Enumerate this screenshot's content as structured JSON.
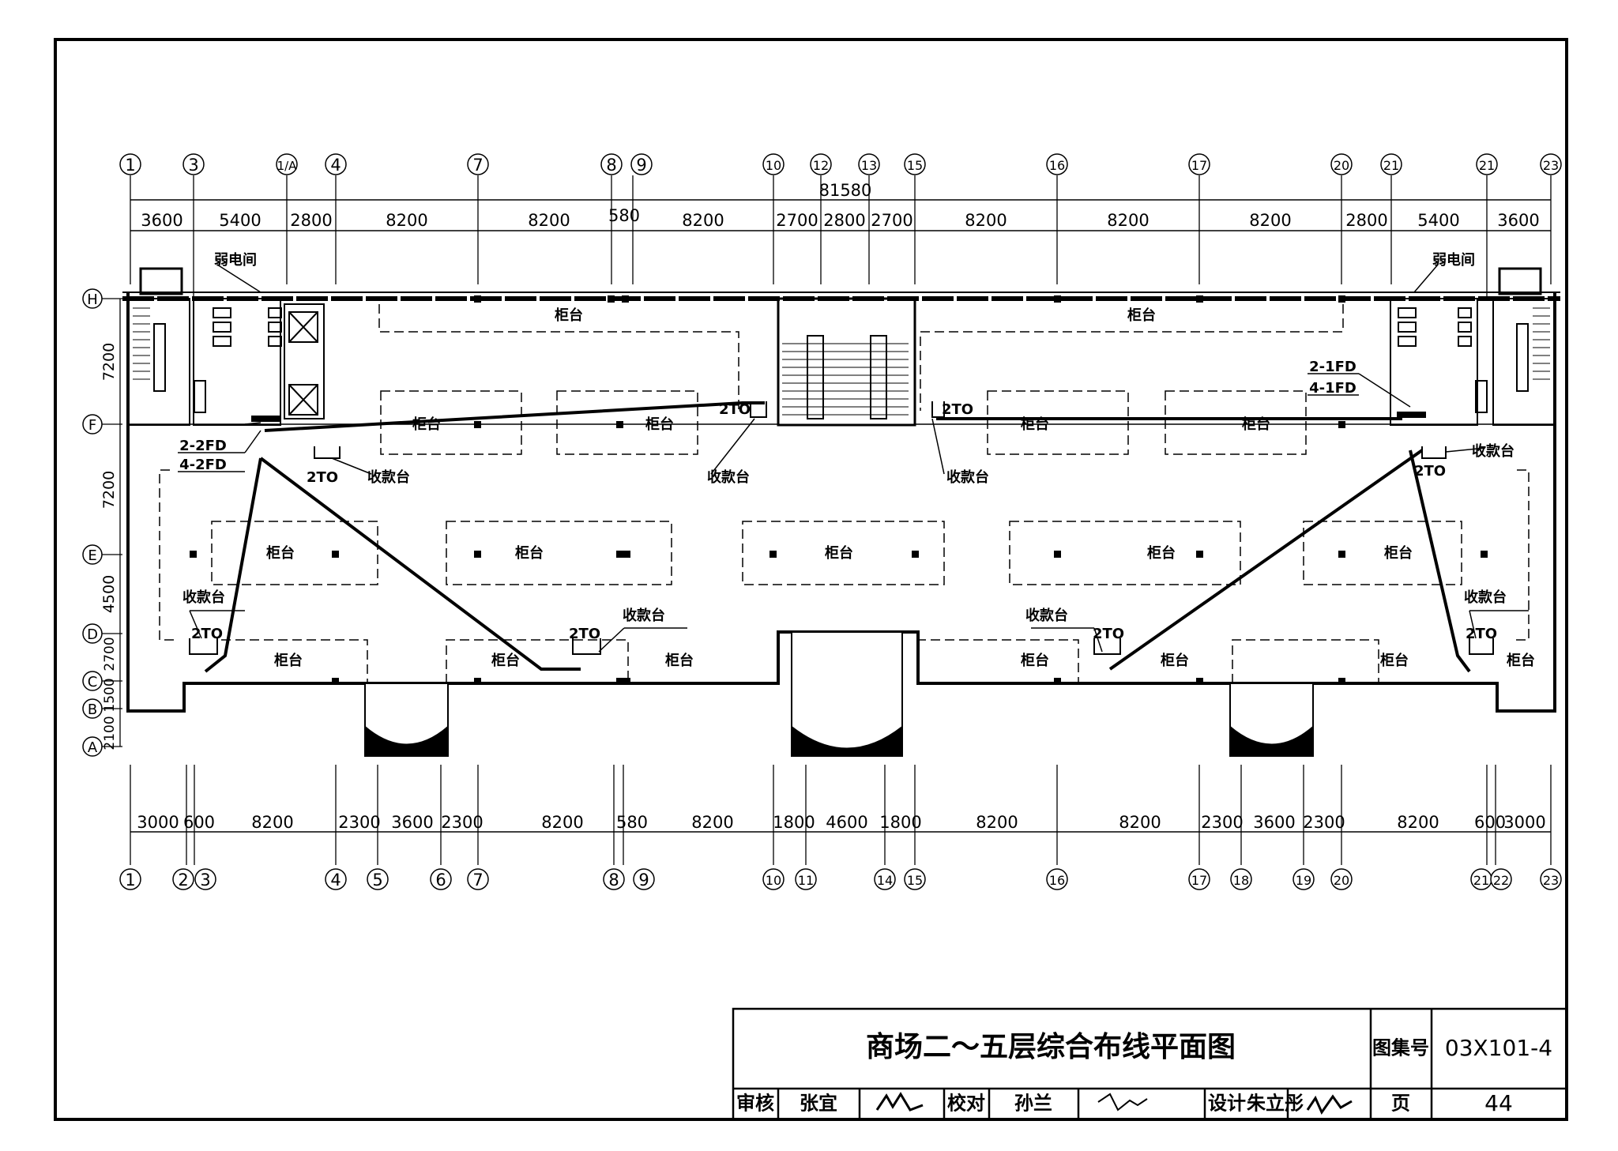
{
  "top_axes": [
    {
      "id": "top-1",
      "label": "1"
    },
    {
      "id": "top-3",
      "label": "3"
    },
    {
      "id": "top-1a",
      "label": "1/A"
    },
    {
      "id": "top-4",
      "label": "4"
    },
    {
      "id": "top-7",
      "label": "7"
    },
    {
      "id": "top-8",
      "label": "8"
    },
    {
      "id": "top-9",
      "label": "9"
    },
    {
      "id": "top-10",
      "label": "10"
    },
    {
      "id": "top-12",
      "label": "12"
    },
    {
      "id": "top-13",
      "label": "13"
    },
    {
      "id": "top-15",
      "label": "15"
    },
    {
      "id": "top-16",
      "label": "16"
    },
    {
      "id": "top-17",
      "label": "17"
    },
    {
      "id": "top-20",
      "label": "20"
    },
    {
      "id": "top-21",
      "label": "21"
    },
    {
      "id": "top-21b",
      "label": "21"
    },
    {
      "id": "top-23",
      "label": "23"
    }
  ],
  "bottom_axes": [
    {
      "id": "bot-1",
      "label": "1"
    },
    {
      "id": "bot-2",
      "label": "2"
    },
    {
      "id": "bot-3",
      "label": "3"
    },
    {
      "id": "bot-4",
      "label": "4"
    },
    {
      "id": "bot-5",
      "label": "5"
    },
    {
      "id": "bot-6",
      "label": "6"
    },
    {
      "id": "bot-7",
      "label": "7"
    },
    {
      "id": "bot-8",
      "label": "8"
    },
    {
      "id": "bot-9",
      "label": "9"
    },
    {
      "id": "bot-10",
      "label": "10"
    },
    {
      "id": "bot-11",
      "label": "11"
    },
    {
      "id": "bot-14",
      "label": "14"
    },
    {
      "id": "bot-15",
      "label": "15"
    },
    {
      "id": "bot-16",
      "label": "16"
    },
    {
      "id": "bot-17",
      "label": "17"
    },
    {
      "id": "bot-18",
      "label": "18"
    },
    {
      "id": "bot-19",
      "label": "19"
    },
    {
      "id": "bot-20",
      "label": "20"
    },
    {
      "id": "bot-21",
      "label": "21"
    },
    {
      "id": "bot-22",
      "label": "22"
    },
    {
      "id": "bot-23",
      "label": "23"
    }
  ],
  "row_axes": [
    {
      "id": "row-H",
      "label": "H"
    },
    {
      "id": "row-F",
      "label": "F"
    },
    {
      "id": "row-E",
      "label": "E"
    },
    {
      "id": "row-D",
      "label": "D"
    },
    {
      "id": "row-C",
      "label": "C"
    },
    {
      "id": "row-B",
      "label": "B"
    },
    {
      "id": "row-A",
      "label": "A"
    }
  ],
  "overall_dimension": "81580",
  "top_dimensions": [
    "3600",
    "5400",
    "2800",
    "8200",
    "8200",
    "580",
    "8200",
    "2700",
    "2800",
    "2700",
    "8200",
    "8200",
    "8200",
    "2800",
    "5400",
    "3600"
  ],
  "bottom_dimensions": [
    "3000",
    "600",
    "8200",
    "2300",
    "3600",
    "2300",
    "8200",
    "580",
    "8200",
    "1800",
    "4600",
    "1800",
    "8200",
    "8200",
    "2300",
    "3600",
    "2300",
    "8200",
    "600",
    "3000"
  ],
  "left_dimensions": [
    "7200",
    "7200",
    "4500",
    "2700",
    "1500",
    "2100"
  ],
  "rooms": {
    "weak_current_room": "弱电间",
    "counter": "柜台",
    "cashier": "收款台",
    "outlet": "2TO",
    "fd_left_1": "2-2FD",
    "fd_left_2": "4-2FD",
    "fd_right_1": "2-1FD",
    "fd_right_2": "4-1FD"
  },
  "title_block": {
    "title": "商场二～五层综合布线平面图",
    "atlas_label": "图集号",
    "atlas_number": "03X101-4",
    "review_label": "审核",
    "reviewer": "张宜",
    "check_label": "校对",
    "checker": "孙兰",
    "design_label": "设计",
    "designer": "朱立彤",
    "page_label": "页",
    "page_number": "44"
  }
}
